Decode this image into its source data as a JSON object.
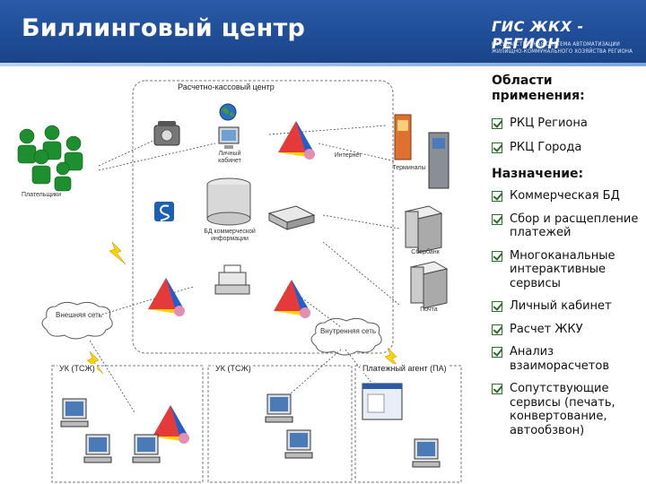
{
  "header": {
    "title": "Биллинговый центр",
    "logo_title": "ГИС ЖКХ - РЕГИОН",
    "logo_subtitle": "ГОСУДАРСТВЕННАЯ СИСТЕМА АВТОМАТИЗАЦИИ ЖИЛИЩНО-КОММУНАЛЬНОГО ХОЗЯЙСТВА РЕГИОНА"
  },
  "diagram": {
    "rkc_label": "Расчетно-кассовый центр",
    "internet_label": "Интернет",
    "external_cloud": "Внешняя сеть",
    "internal_cloud": "Внутренняя сеть",
    "uk_tszh_left": "УК (ТСЖ)",
    "uk_tszh_center": "УК (ТСЖ)",
    "payment_agent": "Платежный агент (ПА)",
    "payers": "Плательщики",
    "terminals": "Терминалы",
    "sberbank": "Сбербанк",
    "post": "Почта",
    "personal_cabinet": "Личный кабинет",
    "db_label": "БД коммерческой информации"
  },
  "panel": {
    "areas_heading": "Области применения:",
    "areas": [
      "РКЦ Региона",
      "РКЦ Города"
    ],
    "purpose_heading": "Назначение:",
    "purposes": [
      "Коммерческая БД",
      "Сбор и расщепление платежей",
      "Многоканальные интерактивные сервисы",
      "Личный кабинет",
      "Расчет ЖКУ",
      "Анализ взаиморасчетов",
      "Сопутствующие сервисы (печать, конвертование, автообзвон)"
    ]
  },
  "colors": {
    "header_blue": "#1f4d96",
    "check_green": "#2d6b2a",
    "people_green": "#1e8f2e"
  }
}
